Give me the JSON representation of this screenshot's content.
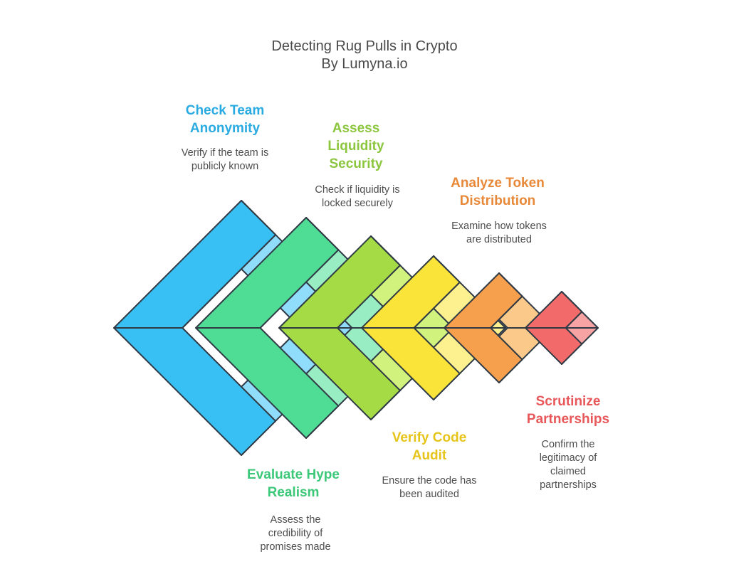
{
  "header": {
    "title": "Detecting Rug Pulls in Crypto",
    "subtitle": "By Lumyna.io"
  },
  "steps": [
    {
      "title_lines": [
        "Check Team",
        "Anonymity"
      ],
      "desc_lines": [
        "Verify if the team is",
        "publicly known"
      ],
      "color": "#29abe2"
    },
    {
      "title_lines": [
        "Evaluate Hype",
        "Realism"
      ],
      "desc_lines": [
        "Assess the",
        "credibility of",
        "promises made"
      ],
      "color": "#3cc878"
    },
    {
      "title_lines": [
        "Assess",
        "Liquidity",
        "Security"
      ],
      "desc_lines": [
        "Check if liquidity is",
        "locked securely"
      ],
      "color": "#8cc63f"
    },
    {
      "title_lines": [
        "Verify Code",
        "Audit"
      ],
      "desc_lines": [
        "Ensure the code has",
        "been audited"
      ],
      "color": "#e6c419"
    },
    {
      "title_lines": [
        "Analyze Token",
        "Distribution"
      ],
      "desc_lines": [
        "Examine how tokens",
        "are distributed"
      ],
      "color": "#e8893a"
    },
    {
      "title_lines": [
        "Scrutinize",
        "Partnerships"
      ],
      "desc_lines": [
        "Confirm the",
        "legitimacy of",
        "claimed",
        "partnerships"
      ],
      "color": "#e8585a"
    }
  ],
  "shape_colors": [
    {
      "front": "#38c0f5",
      "back": "#8fdcfb"
    },
    {
      "front": "#4fdc95",
      "back": "#98edc3"
    },
    {
      "front": "#a5dc45",
      "back": "#d2f27e"
    },
    {
      "front": "#fbe43a",
      "back": "#fdf08e"
    },
    {
      "front": "#f6a04e",
      "back": "#fbc98a"
    },
    {
      "front": "#f36a6a",
      "back": "#f8a3a3"
    }
  ]
}
